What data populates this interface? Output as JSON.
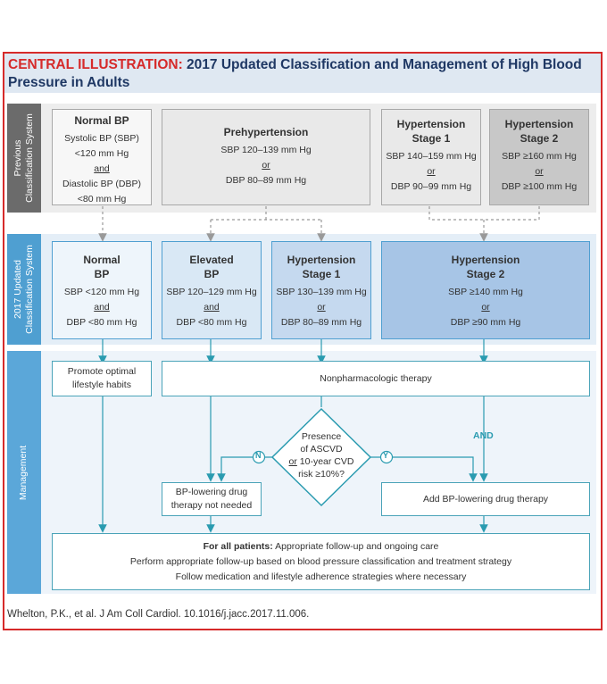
{
  "title": {
    "lead": "CENTRAL ILLUSTRATION:",
    "rest": " 2017 Updated Classification and Management of High Blood Pressure in Adults"
  },
  "sections": {
    "previous": "Previous\nClassification System",
    "updated": "2017 Updated\nClassification System",
    "management": "Management"
  },
  "previous": {
    "normal": {
      "heading": "Normal BP",
      "line1": "Systolic BP (SBP)",
      "line2": "<120 mm Hg",
      "and": "and",
      "line3": "Diastolic BP (DBP)",
      "line4": "<80 mm Hg"
    },
    "prehyp": {
      "heading": "Prehypertension",
      "line1": "SBP 120–139 mm Hg",
      "or": "or",
      "line2": "DBP 80–89 mm Hg"
    },
    "stage1": {
      "heading": "Hypertension Stage 1",
      "line1": "SBP 140–159 mm Hg",
      "or": "or",
      "line2": "DBP 90–99 mm Hg"
    },
    "stage2": {
      "heading": "Hypertension Stage 2",
      "line1": "SBP ≥160 mm Hg",
      "or": "or",
      "line2": "DBP ≥100 mm Hg"
    }
  },
  "updated": {
    "normal": {
      "heading": "Normal BP",
      "line1": "SBP <120 mm Hg",
      "and": "and",
      "line2": "DBP <80 mm Hg"
    },
    "elevated": {
      "heading": "Elevated BP",
      "line1": "SBP 120–129 mm Hg",
      "and": "and",
      "line2": "DBP <80 mm Hg"
    },
    "stage1": {
      "heading": "Hypertension Stage 1",
      "line1": "SBP 130–139 mm Hg",
      "or": "or",
      "line2": "DBP 80–89 mm Hg"
    },
    "stage2": {
      "heading": "Hypertension Stage 2",
      "line1": "SBP ≥140 mm Hg",
      "or": "or",
      "line2": "DBP ≥90 mm Hg"
    }
  },
  "management": {
    "promote": "Promote optimal lifestyle habits",
    "nonpharm": "Nonpharmacologic therapy",
    "decision": "Presence of ASCVD or 10-year CVD risk ≥10%?",
    "decision_l1": "Presence",
    "decision_l2": "of ASCVD",
    "decision_or": "or",
    "decision_l3": " 10-year CVD",
    "decision_l4": "risk ≥10%?",
    "no_label": "N",
    "yes_label": "Y",
    "and_label": "AND",
    "not_needed": "BP-lowering drug therapy not needed",
    "add_drug": "Add BP-lowering drug therapy",
    "all_bold": "For all patients:",
    "all_line1": " Appropriate follow-up and ongoing care",
    "all_line2": "Perform appropriate follow-up based on blood pressure classification and treatment strategy",
    "all_line3": "Follow medication and lifestyle adherence strategies where necessary"
  },
  "citation": "Whelton, P.K., et al. J Am Coll Cardiol. 10.1016/j.jacc.2017.11.006.",
  "colors": {
    "accent_red": "#d62a2a",
    "navy": "#1f3864",
    "side_gray": "#6b6b6b",
    "side_blue": "#4f9fd1",
    "side_mgmt": "#5ba7d9",
    "teal": "#2a9bb0"
  }
}
